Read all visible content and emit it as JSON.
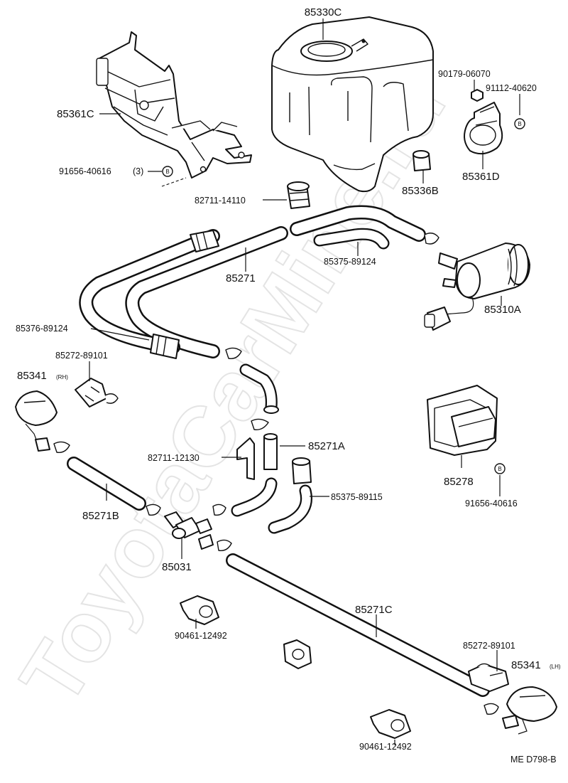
{
  "diagram_code": "ME D798-B",
  "watermark": "ToyotaCarMine.ru",
  "parts": {
    "reservoir": "85330C",
    "reservoir_bracket": "85361C",
    "bracket_bolt": "91656-40616",
    "bracket_bolt_qty": "(3)",
    "grommet": "82711-14110",
    "nut": "90179-06070",
    "bolt_upper": "91112-40620",
    "pump_bracket": "85361D",
    "pump_grommet": "85336B",
    "hose_upper_bent": "85375-89124",
    "motor_pump": "85310A",
    "hose_main": "85271",
    "hose_long_bent": "85376-89124",
    "clamp_rh": "85272-89101",
    "nozzle_rh": "85341",
    "nozzle_rh_side": "(RH)",
    "grommet_lower": "82711-12130",
    "hose_a": "85271A",
    "hose_lower_bent": "85375-89115",
    "relay": "85278",
    "relay_bolt": "91656-40616",
    "hose_b": "85271B",
    "joint": "85031",
    "clip_a": "90461-12492",
    "hose_c": "85271C",
    "clamp_lh": "85272-89101",
    "nozzle_lh": "85341",
    "nozzle_lh_side": "(LH)",
    "clip_b": "90461-12492"
  },
  "callout_marker": "B"
}
